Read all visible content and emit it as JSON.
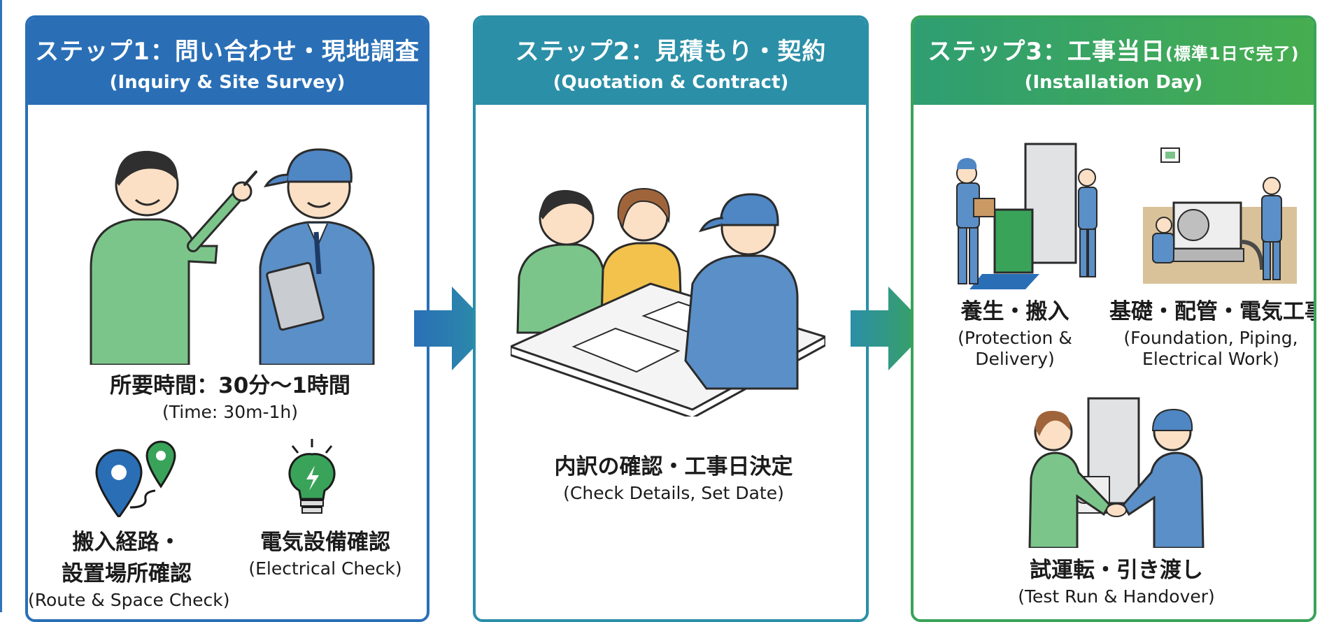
{
  "steps": [
    {
      "title": "ステップ1：問い合わせ・現地調査",
      "subtitle": "(Inquiry & Site Survey)",
      "time_jp": "所要時間：30分〜1時間",
      "time_en": "(Time: 30m-1h)",
      "items": [
        {
          "jp_line1": "搬入経路・",
          "jp_line2": "設置場所確認",
          "en": "(Route & Space Check)",
          "icon": "map-pin-icon"
        },
        {
          "jp": "電気設備確認",
          "en": "(Electrical Check)",
          "icon": "lightbulb-icon"
        }
      ]
    },
    {
      "title": "ステップ2：見積もり・契約",
      "subtitle": "(Quotation & Contract)",
      "caption_jp": "内訳の確認・工事日決定",
      "caption_en": "(Check Details, Set Date)"
    },
    {
      "title": "ステップ3：工事当日",
      "title_note": "(標準1日で完了)",
      "subtitle": "(Installation Day)",
      "items": [
        {
          "jp": "養生・搬入",
          "en_line1": "(Protection &",
          "en_line2": "Delivery)"
        },
        {
          "jp": "基礎・配管・電気工事",
          "en_line1": "(Foundation, Piping,",
          "en_line2": "Electrical Work)"
        },
        {
          "jp": "試運転・引き渡し",
          "en": "(Test Run & Handover)"
        }
      ]
    }
  ],
  "colors": {
    "step1": "#2a6fb6",
    "step2": "#2b8fa7",
    "step3": "#3aa35a",
    "arrow1": "#2f80c0",
    "arrow2": "#33a070"
  }
}
